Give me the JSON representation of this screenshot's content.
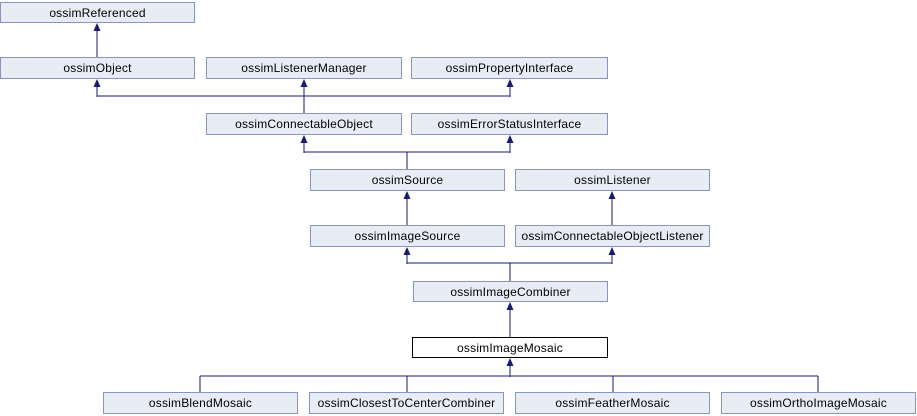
{
  "nodes": {
    "referenced": {
      "label": "ossimReferenced"
    },
    "object": {
      "label": "ossimObject"
    },
    "listenerManager": {
      "label": "ossimListenerManager"
    },
    "propertyInterface": {
      "label": "ossimPropertyInterface"
    },
    "connectableObject": {
      "label": "ossimConnectableObject"
    },
    "errorStatusInterface": {
      "label": "ossimErrorStatusInterface"
    },
    "source": {
      "label": "ossimSource"
    },
    "listener": {
      "label": "ossimListener"
    },
    "imageSource": {
      "label": "ossimImageSource"
    },
    "connectableObjectListener": {
      "label": "ossimConnectableObjectListener"
    },
    "imageCombiner": {
      "label": "ossimImageCombiner"
    },
    "imageMosaic": {
      "label": "ossimImageMosaic"
    },
    "blendMosaic": {
      "label": "ossimBlendMosaic"
    },
    "closestToCenterCombiner": {
      "label": "ossimClosestToCenterCombiner"
    },
    "featherMosaic": {
      "label": "ossimFeatherMosaic"
    },
    "orthoImageMosaic": {
      "label": "ossimOrthoImageMosaic"
    }
  },
  "edges": [
    {
      "child": "ossimObject",
      "parents": [
        "ossimReferenced"
      ]
    },
    {
      "child": "ossimConnectableObject",
      "parents": [
        "ossimObject",
        "ossimListenerManager",
        "ossimPropertyInterface"
      ]
    },
    {
      "child": "ossimSource",
      "parents": [
        "ossimConnectableObject",
        "ossimErrorStatusInterface"
      ]
    },
    {
      "child": "ossimImageSource",
      "parents": [
        "ossimSource"
      ]
    },
    {
      "child": "ossimConnectableObjectListener",
      "parents": [
        "ossimListener"
      ]
    },
    {
      "child": "ossimImageCombiner",
      "parents": [
        "ossimImageSource",
        "ossimConnectableObjectListener"
      ]
    },
    {
      "child": "ossimImageMosaic",
      "parents": [
        "ossimImageCombiner"
      ]
    },
    {
      "child": "ossimBlendMosaic",
      "parents": [
        "ossimImageMosaic"
      ]
    },
    {
      "child": "ossimClosestToCenterCombiner",
      "parents": [
        "ossimImageMosaic"
      ]
    },
    {
      "child": "ossimFeatherMosaic",
      "parents": [
        "ossimImageMosaic"
      ]
    },
    {
      "child": "ossimOrthoImageMosaic",
      "parents": [
        "ossimImageMosaic"
      ]
    }
  ],
  "colors": {
    "node_fill": "#e8edf5",
    "node_border": "#8796bb",
    "focus_node_fill": "#ffffff",
    "focus_node_border": "#000000",
    "edge": "#191970",
    "text": "#000000",
    "background": "#ffffff"
  }
}
